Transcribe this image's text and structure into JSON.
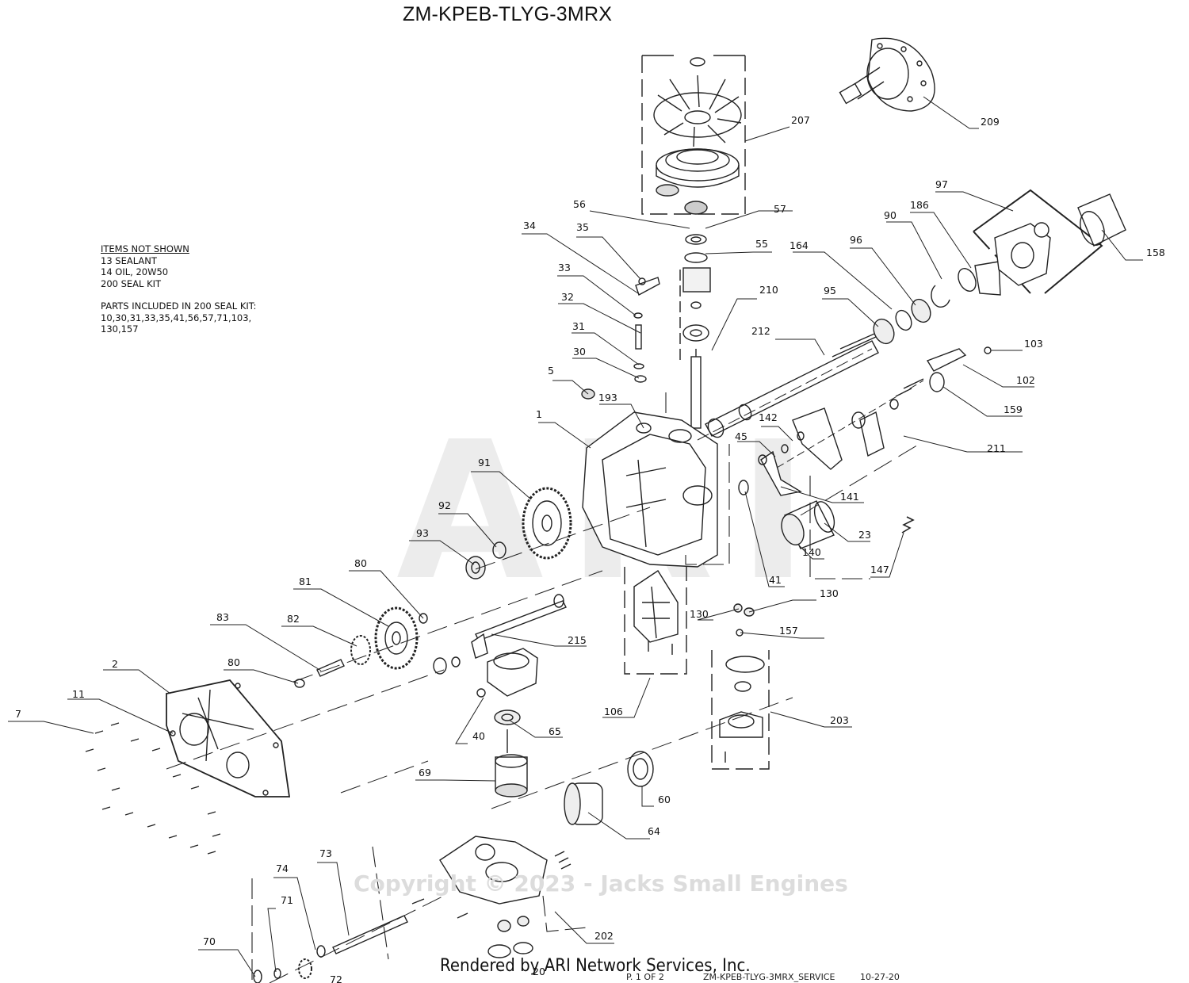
{
  "diagram": {
    "title": "ZM-KPEB-TLYG-3MRX",
    "notes": {
      "items_not_shown_heading": "ITEMS NOT SHOWN",
      "items_not_shown": [
        "13 SEALANT",
        "14 OIL, 20W50",
        "200 SEAL KIT"
      ],
      "seal_kit_heading": "PARTS INCLUDED IN 200 SEAL KIT:",
      "seal_kit_lines": [
        "10,30,31,33,35,41,56,57,71,103,",
        "130,157"
      ]
    },
    "watermark_logo": "ARI",
    "watermark_copyright": "Copyright © 2023 - Jacks Small Engines",
    "footer": {
      "rendered_by": "Rendered by ARI Network Services, Inc.",
      "page": "P. 1 OF 2",
      "drawing_id": "ZM-KPEB-TLYG-3MRX_SERVICE",
      "date": "10-27-20"
    },
    "callouts": [
      {
        "id": "207",
        "label": "207"
      },
      {
        "id": "209",
        "label": "209"
      },
      {
        "id": "56",
        "label": "56"
      },
      {
        "id": "57",
        "label": "57"
      },
      {
        "id": "55",
        "label": "55"
      },
      {
        "id": "34",
        "label": "34"
      },
      {
        "id": "35",
        "label": "35"
      },
      {
        "id": "33",
        "label": "33"
      },
      {
        "id": "32",
        "label": "32"
      },
      {
        "id": "31",
        "label": "31"
      },
      {
        "id": "30",
        "label": "30"
      },
      {
        "id": "5",
        "label": "5"
      },
      {
        "id": "193",
        "label": "193"
      },
      {
        "id": "1",
        "label": "1"
      },
      {
        "id": "210",
        "label": "210"
      },
      {
        "id": "212",
        "label": "212"
      },
      {
        "id": "95",
        "label": "95"
      },
      {
        "id": "164",
        "label": "164"
      },
      {
        "id": "96",
        "label": "96"
      },
      {
        "id": "90",
        "label": "90"
      },
      {
        "id": "186",
        "label": "186"
      },
      {
        "id": "97",
        "label": "97"
      },
      {
        "id": "158",
        "label": "158"
      },
      {
        "id": "103",
        "label": "103"
      },
      {
        "id": "102",
        "label": "102"
      },
      {
        "id": "159",
        "label": "159"
      },
      {
        "id": "142",
        "label": "142"
      },
      {
        "id": "45",
        "label": "45"
      },
      {
        "id": "211",
        "label": "211"
      },
      {
        "id": "141",
        "label": "141"
      },
      {
        "id": "23",
        "label": "23"
      },
      {
        "id": "140",
        "label": "140"
      },
      {
        "id": "147",
        "label": "147"
      },
      {
        "id": "41",
        "label": "41"
      },
      {
        "id": "91",
        "label": "91"
      },
      {
        "id": "92",
        "label": "92"
      },
      {
        "id": "93",
        "label": "93"
      },
      {
        "id": "80a",
        "label": "80"
      },
      {
        "id": "81",
        "label": "81"
      },
      {
        "id": "82",
        "label": "82"
      },
      {
        "id": "83",
        "label": "83"
      },
      {
        "id": "80b",
        "label": "80"
      },
      {
        "id": "215",
        "label": "215"
      },
      {
        "id": "130a",
        "label": "130"
      },
      {
        "id": "130b",
        "label": "130"
      },
      {
        "id": "157",
        "label": "157"
      },
      {
        "id": "106",
        "label": "106"
      },
      {
        "id": "203",
        "label": "203"
      },
      {
        "id": "2",
        "label": "2"
      },
      {
        "id": "11",
        "label": "11"
      },
      {
        "id": "7",
        "label": "7"
      },
      {
        "id": "40",
        "label": "40"
      },
      {
        "id": "65",
        "label": "65"
      },
      {
        "id": "69",
        "label": "69"
      },
      {
        "id": "60",
        "label": "60"
      },
      {
        "id": "64",
        "label": "64"
      },
      {
        "id": "73",
        "label": "73"
      },
      {
        "id": "74",
        "label": "74"
      },
      {
        "id": "71",
        "label": "71"
      },
      {
        "id": "70",
        "label": "70"
      },
      {
        "id": "72",
        "label": "72"
      },
      {
        "id": "202",
        "label": "202"
      },
      {
        "id": "20x",
        "label": "20"
      }
    ]
  }
}
